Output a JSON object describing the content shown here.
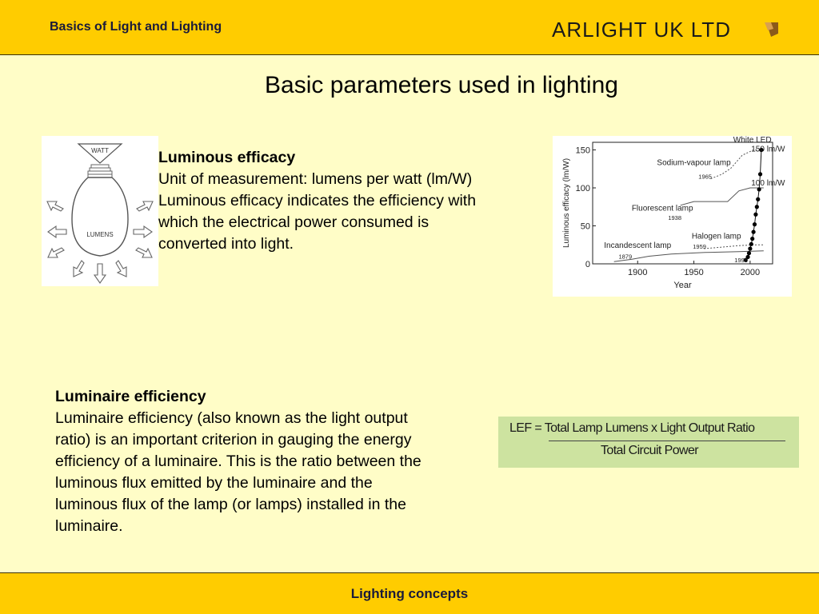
{
  "header": {
    "title": "Basics of Light and Lighting",
    "logo_text": "ARLIGHT UK LTD",
    "background": "#FFCC00"
  },
  "slide_title": "Basic parameters used in lighting",
  "bulb_image": {
    "top_label": "WATT",
    "center_label": "LUMENS"
  },
  "luminous_efficacy": {
    "heading": "Luminous efficacy",
    "lines": [
      "Unit of measurement: lumens per watt (lm/W)",
      "Luminous efficacy indicates the efficiency with",
      "which the electrical power consumed is",
      "converted into light."
    ]
  },
  "luminaire_efficiency": {
    "heading": "Luminaire efficiency",
    "lines": [
      "Luminaire efficiency (also known as the light output",
      "ratio) is an important criterion in gauging the energy",
      "efficiency of a luminaire. This is the ratio between the",
      "luminous flux emitted by the luminaire and the",
      "luminous flux of the lamp (or lamps) installed in the",
      "luminaire."
    ]
  },
  "formula": {
    "numerator": "LEF = Total Lamp Lumens x Light Output Ratio",
    "denominator": "Total Circuit Power",
    "background": "#CDE3A0"
  },
  "chart_data": {
    "type": "line",
    "xlabel": "Year",
    "ylabel": "Luminous efficacy (lm/W)",
    "xlim": [
      1860,
      2020
    ],
    "ylim": [
      0,
      160
    ],
    "x_ticks": [
      "1900",
      "1950",
      "2000"
    ],
    "y_ticks": [
      "0",
      "50",
      "100",
      "150"
    ],
    "annotations": [
      {
        "text": "White LED",
        "x": 2002,
        "y": 160
      },
      {
        "text": "150 lm/W",
        "x": 2016,
        "y": 148
      },
      {
        "text": "Sodium-vapour lamp",
        "x": 1950,
        "y": 130
      },
      {
        "text": "1965",
        "x": 1960,
        "y": 112
      },
      {
        "text": "100 lm/W",
        "x": 2016,
        "y": 103
      },
      {
        "text": "Fluorescent lamp",
        "x": 1922,
        "y": 70
      },
      {
        "text": "1938",
        "x": 1933,
        "y": 58
      },
      {
        "text": "Halogen lamp",
        "x": 1970,
        "y": 33
      },
      {
        "text": "1959",
        "x": 1955,
        "y": 20
      },
      {
        "text": "Incandescent lamp",
        "x": 1900,
        "y": 21
      },
      {
        "text": "1879",
        "x": 1889,
        "y": 7
      },
      {
        "text": "1996",
        "x": 1992,
        "y": 2
      }
    ],
    "series": [
      {
        "name": "Sodium-vapour lamp",
        "style": "dotted",
        "points": [
          [
            1965,
            112
          ],
          [
            1975,
            118
          ],
          [
            1983,
            126
          ],
          [
            1993,
            143
          ],
          [
            2003,
            150
          ],
          [
            2012,
            150
          ]
        ]
      },
      {
        "name": "Fluorescent lamp",
        "style": "solid",
        "points": [
          [
            1938,
            77
          ],
          [
            1950,
            82
          ],
          [
            1980,
            82
          ],
          [
            1990,
            96
          ],
          [
            2000,
            100
          ],
          [
            2012,
            100
          ]
        ]
      },
      {
        "name": "Halogen lamp",
        "style": "dotted",
        "points": [
          [
            1959,
            20
          ],
          [
            1975,
            22
          ],
          [
            1990,
            24
          ],
          [
            2005,
            25
          ],
          [
            2012,
            25
          ]
        ]
      },
      {
        "name": "Incandescent lamp",
        "style": "solid",
        "points": [
          [
            1879,
            3
          ],
          [
            1895,
            6
          ],
          [
            1910,
            10
          ],
          [
            1930,
            13
          ],
          [
            1960,
            15
          ],
          [
            1990,
            16
          ],
          [
            2012,
            17
          ]
        ]
      },
      {
        "name": "White LED",
        "style": "markers",
        "points": [
          [
            1996,
            5
          ],
          [
            1998,
            9
          ],
          [
            1999,
            14
          ],
          [
            2000,
            20
          ],
          [
            2001,
            26
          ],
          [
            2002,
            33
          ],
          [
            2003,
            42
          ],
          [
            2004,
            52
          ],
          [
            2005,
            65
          ],
          [
            2006,
            75
          ],
          [
            2007,
            85
          ],
          [
            2008,
            98
          ],
          [
            2009,
            118
          ],
          [
            2010,
            150
          ]
        ]
      }
    ]
  },
  "footer": {
    "text": "Lighting concepts",
    "background": "#FFCC00"
  }
}
